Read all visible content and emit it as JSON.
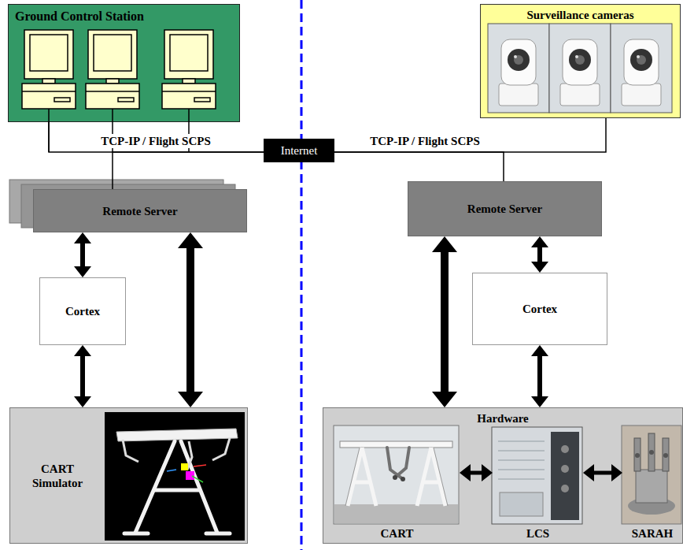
{
  "diagram": {
    "nodes": [
      {
        "text": [
          "Ground Control Station"
        ]
      },
      {
        "text": [
          "Surveillance cameras"
        ]
      },
      {
        "text": [
          "Internet"
        ]
      },
      {
        "text": [
          "Remote Server"
        ]
      },
      {
        "text": [
          "Remote Server"
        ]
      },
      {
        "text": [
          "Cortex"
        ]
      },
      {
        "text": [
          "Cortex"
        ]
      },
      {
        "text": [
          "CART Simulator"
        ]
      },
      {
        "text": [
          "Hardware"
        ]
      },
      {
        "text": [
          "CART"
        ],
        "in": 8
      },
      {
        "text": [
          "LCS"
        ],
        "in": 8
      },
      {
        "text": [
          "SARAH"
        ],
        "in": 8
      }
    ],
    "edges": [
      {
        "from": 0,
        "to": 2,
        "arrow": "none",
        "label": "TCP-IP / Flight SCPS"
      },
      {
        "from": 3,
        "to": 2,
        "arrow": "none"
      },
      {
        "from": 1,
        "to": 2,
        "arrow": "none",
        "label": "TCP-IP / Flight SCPS"
      },
      {
        "from": 4,
        "to": 2,
        "arrow": "none"
      },
      {
        "from": 3,
        "to": 5,
        "arrow": "both"
      },
      {
        "from": 5,
        "to": 7,
        "arrow": "both"
      },
      {
        "from": 3,
        "to": 7,
        "arrow": "both"
      },
      {
        "from": 4,
        "to": 8,
        "arrow": "both"
      },
      {
        "from": 4,
        "to": 6,
        "arrow": "both"
      },
      {
        "from": 6,
        "to": 8,
        "arrow": "both"
      },
      {
        "from": 9,
        "to": 10,
        "arrow": "both"
      },
      {
        "from": 10,
        "to": 11,
        "arrow": "both"
      }
    ]
  }
}
